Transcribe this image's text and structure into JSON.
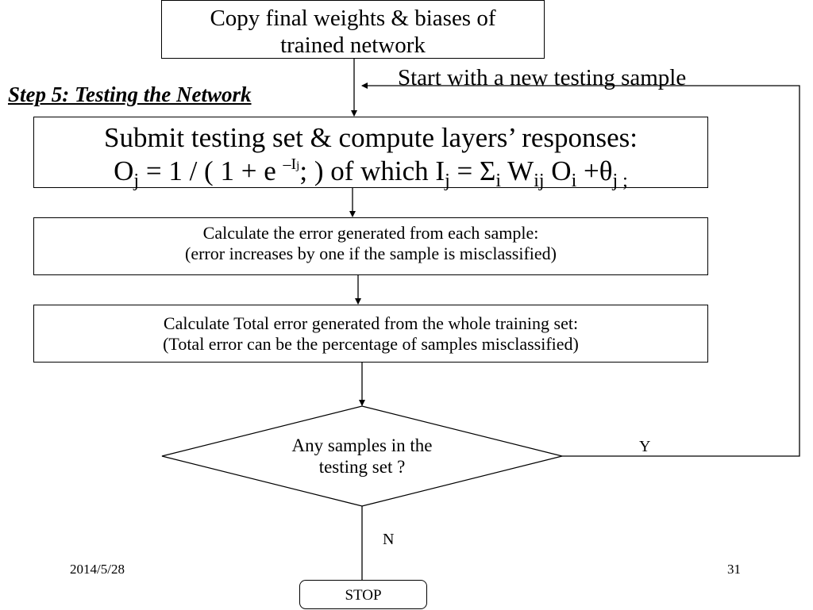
{
  "copy_box": {
    "line1": "Copy final weights & biases of",
    "line2": "trained network"
  },
  "step_title": "Step 5: Testing the Network",
  "loop_label": "Start with a new testing sample",
  "submit_box": {
    "line1": "Submit testing set & compute layers’ responses:",
    "formula": {
      "o": "O",
      "j": "j",
      "eq_part1": " = 1 / ( 1 + e ",
      "sup_prefix": "–I",
      "sup_sub": "j",
      "eq_part2": "; )   of which I",
      "eq_part3": " = Σ",
      "i": "i",
      "w": " W",
      "ij": "ij",
      "o2": " O",
      "plus_theta": " +θ",
      "j_semicolon": "j ;"
    }
  },
  "error_box": {
    "line1": "Calculate the error generated from each sample:",
    "line2": "(error increases by one if the sample is misclassified)"
  },
  "total_box": {
    "line1": "Calculate Total error generated from the whole training set:",
    "line2": "(Total error can be the percentage of samples misclassified)"
  },
  "decision": {
    "line1": "Any samples in the",
    "line2": "testing set ?",
    "yes": "Y",
    "no": "N"
  },
  "stop_label": "STOP",
  "footer": {
    "date": "2014/5/28",
    "page": "31"
  }
}
